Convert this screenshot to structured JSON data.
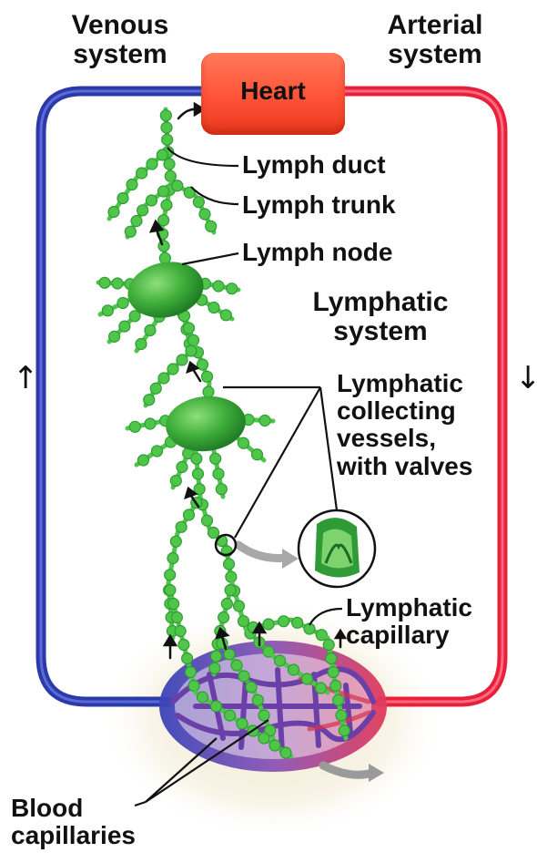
{
  "labels": {
    "venous_system": "Venous\nsystem",
    "arterial_system": "Arterial\nsystem",
    "heart": "Heart",
    "lymph_duct": "Lymph duct",
    "lymph_trunk": "Lymph trunk",
    "lymph_node": "Lymph node",
    "lymphatic_system": "Lymphatic\nsystem",
    "collecting_vessels": "Lymphatic\ncollecting\nvessels,\nwith valves",
    "lymphatic_capillary": "Lymphatic\ncapillary",
    "blood_capillaries": "Blood\ncapillaries"
  },
  "flow_arrows": {
    "left": "↑",
    "right": "↓"
  },
  "colors": {
    "venous": "#2b3aa8",
    "arterial": "#e8203a",
    "heart": "#ff5236",
    "lymph_vessel": "#4fc64a",
    "lymph_node": "#2e9a35",
    "capillary_bed": "#8c5fb8"
  }
}
